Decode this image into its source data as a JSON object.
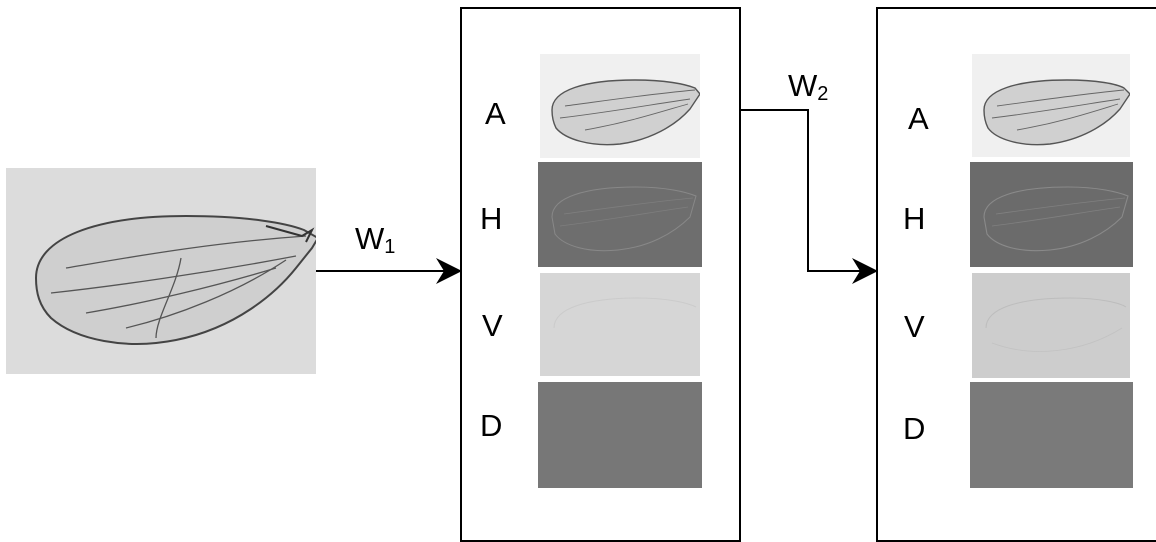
{
  "input": {
    "image_name": "fly-wing-photo"
  },
  "arrows": {
    "w1": {
      "letter": "W",
      "subscript": "1"
    },
    "w2": {
      "letter": "W",
      "subscript": "2"
    }
  },
  "levels": [
    {
      "subbands": [
        {
          "label": "A",
          "kind": "approximation"
        },
        {
          "label": "H",
          "kind": "horizontal-detail"
        },
        {
          "label": "V",
          "kind": "vertical-detail"
        },
        {
          "label": "D",
          "kind": "diagonal-detail"
        }
      ]
    },
    {
      "subbands": [
        {
          "label": "A",
          "kind": "approximation"
        },
        {
          "label": "H",
          "kind": "horizontal-detail"
        },
        {
          "label": "V",
          "kind": "vertical-detail"
        },
        {
          "label": "D",
          "kind": "diagonal-detail"
        }
      ]
    }
  ],
  "colors": {
    "line": "#000000",
    "photo_bg": "#dcdcdc",
    "approx_bg": "#f0f0f0",
    "h_bg": "#6e6e6e",
    "v_bg": "#d6d6d6",
    "d_bg": "#777777"
  }
}
